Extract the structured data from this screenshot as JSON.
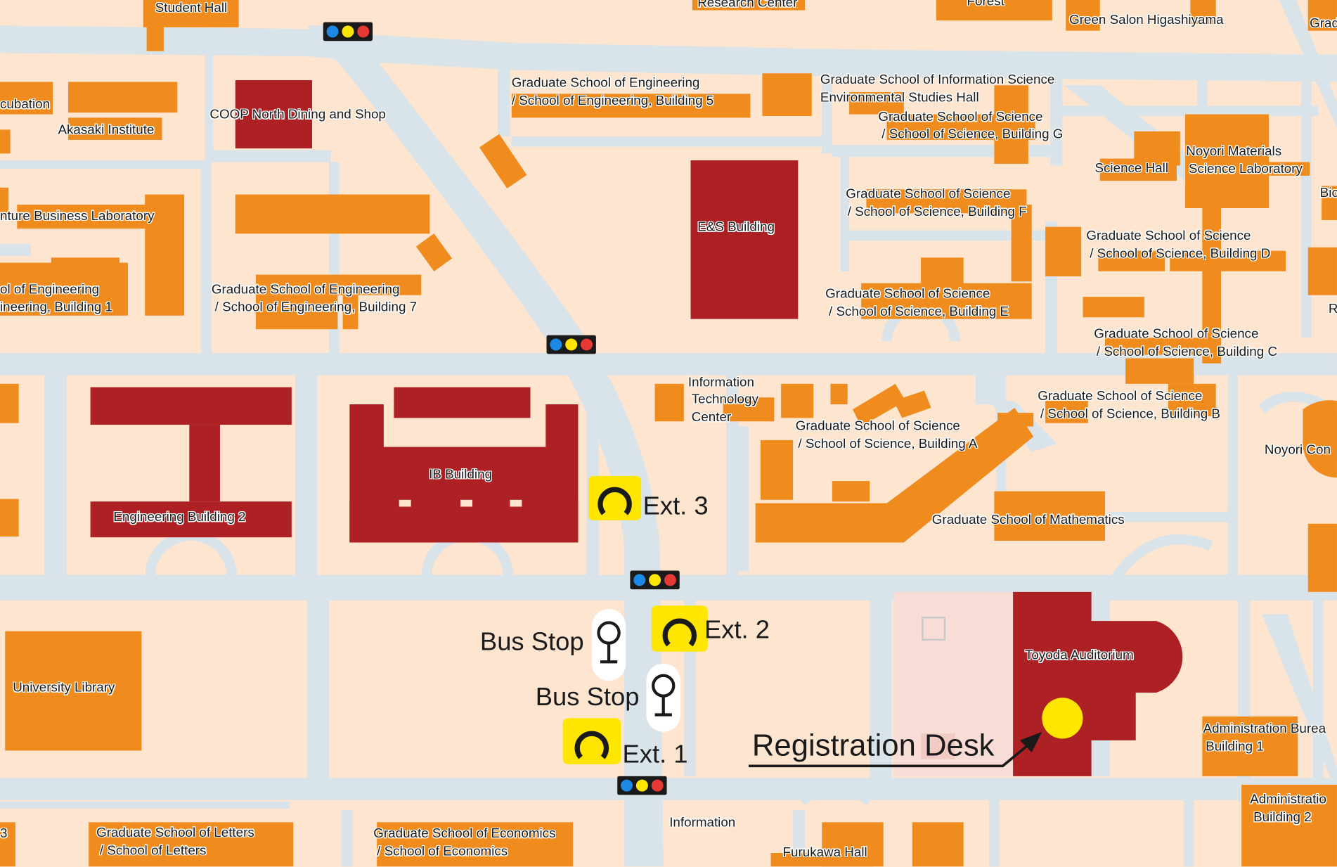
{
  "colors": {
    "background": "#fde5d0",
    "road": "#d9e3ea",
    "building": "#f08c1e",
    "highlight_building": "#ad2024",
    "annex": "#f8dcd6",
    "exit": "#ffe600",
    "signal_blue": "#1e88e5",
    "signal_yellow": "#ffe600",
    "signal_red": "#e53935",
    "registration_dot": "#ffe600"
  },
  "labels": {
    "student_hall": "Student Hall",
    "research_center": "Research Center",
    "forest": "Forest",
    "green_salon": "Green Salon Higashiyama",
    "grad_top_right": "Grad",
    "incubation": "cubation",
    "akasaki": "Akasaki Institute",
    "coop": "COOP North Dining and Shop",
    "eng5_l1": "Graduate School of Engineering",
    "eng5_l2": "/ School of Engineering, Building 5",
    "info_sci_l1": "Graduate School of Information Science",
    "info_sci_l2": "Environmental Studies Hall",
    "sci_g_l1": "Graduate School of Science",
    "sci_g_l2": "/ School of Science, Building G",
    "science_hall": "Science Hall",
    "noyori_mat_l1": "Noyori Materials",
    "noyori_mat_l2": "Science Laboratory",
    "bio": "Bio",
    "venture": "nture Business Laboratory",
    "es_building": "E&S Building",
    "sci_f_l1": "Graduate School of Science",
    "sci_f_l2": "/ School of Science, Building F",
    "sci_d_l1": "Graduate School of Science",
    "sci_d_l2": "/ School of Science, Building D",
    "eng1_l1": "ol of Engineering",
    "eng1_l2": "ineering, Building 1",
    "eng7_l1": "Graduate School of Engineering",
    "eng7_l2": "/ School of Engineering, Building 7",
    "sci_e_l1": "Graduate School of Science",
    "sci_e_l2": "/ School of Science, Building E",
    "r_edge": "R",
    "sci_c_l1": "Graduate School of Science",
    "sci_c_l2": "/ School of Science, Building C",
    "itc_l1": "Information",
    "itc_l2": "Technology",
    "itc_l3": "Center",
    "sci_b_l1": "Graduate School of Science",
    "sci_b_l2": "/ School of Science, Building B",
    "sci_a_l1": "Graduate School of Science",
    "sci_a_l2": "/ School of Science, Building A",
    "noyori_con": "Noyori Con",
    "ib_building": "IB Building",
    "eng2": "Engineering Building 2",
    "mathematics": "Graduate School of Mathematics",
    "toyoda": "Toyoda Auditorium",
    "univ_library": "University Library",
    "admin1_l1": "Administration Burea",
    "admin1_l2": "Building 1",
    "admin2_l1": "Administratio",
    "admin2_l2": "Building 2",
    "information": "Information",
    "letters_l1": "Graduate School of Letters",
    "letters_l2": "/ School of Letters",
    "economics_l1": "Graduate School of Economics",
    "economics_l2": "/ School of Economics",
    "furukawa": "Furukawa Hall",
    "left_edge_3": "3"
  },
  "markers": {
    "ext3": "Ext. 3",
    "ext2": "Ext. 2",
    "ext1": "Ext. 1",
    "bus_stop_upper": "Bus Stop",
    "bus_stop_lower": "Bus Stop",
    "registration_desk": "Registration Desk"
  },
  "icons": {
    "exit": "subway-exit-icon",
    "bus": "bus-stop-icon",
    "signal": "traffic-signal-icon"
  }
}
